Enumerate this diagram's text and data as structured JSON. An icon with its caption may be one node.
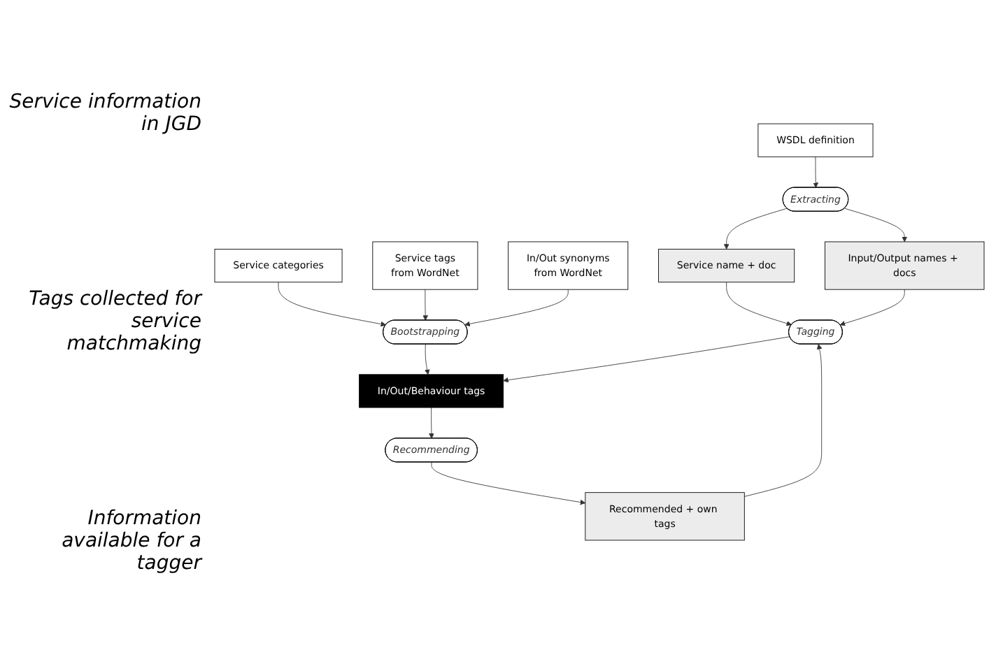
{
  "diagram": {
    "nodes": [
      {
        "text": [
          "WSDL definition"
        ]
      },
      {
        "text": [
          "Service categories"
        ]
      },
      {
        "text": [
          "Service tags",
          "from WordNet"
        ]
      },
      {
        "text": [
          "In/Out synonyms",
          "from WordNet"
        ]
      },
      {
        "text": [
          "Extracting"
        ]
      },
      {
        "text": [
          "Bootstrapping"
        ]
      },
      {
        "text": [
          "In/Out/Behaviour tags"
        ]
      },
      {
        "text": [
          "Tagging"
        ]
      },
      {
        "text": [
          "Recommending"
        ]
      },
      {
        "text": [
          "Service name + doc"
        ]
      },
      {
        "text": [
          "Input/Output names + docs"
        ]
      },
      {
        "text": [
          "Recommended + own tags"
        ]
      }
    ],
    "edges": [
      {
        "from": 0,
        "to": 4,
        "arrow": "to"
      },
      {
        "from": 4,
        "to": 9,
        "arrow": "to"
      },
      {
        "from": 4,
        "to": 10,
        "arrow": "to"
      },
      {
        "from": 1,
        "to": 5,
        "arrow": "to"
      },
      {
        "from": 2,
        "to": 5,
        "arrow": "to"
      },
      {
        "from": 3,
        "to": 5,
        "arrow": "to"
      },
      {
        "from": 5,
        "to": 6,
        "arrow": "to"
      },
      {
        "from": 7,
        "to": 6,
        "arrow": "to"
      },
      {
        "from": 6,
        "to": 8,
        "arrow": "to"
      },
      {
        "from": 8,
        "to": 11,
        "arrow": "to"
      },
      {
        "from": 9,
        "to": 7,
        "arrow": "to"
      },
      {
        "from": 10,
        "to": 7,
        "arrow": "to"
      },
      {
        "from": 11,
        "to": 7,
        "arrow": "to"
      }
    ],
    "labels": [
      "Service information in JGD",
      "Tags collected for service matchmaking",
      "Information available for a tagger"
    ]
  }
}
